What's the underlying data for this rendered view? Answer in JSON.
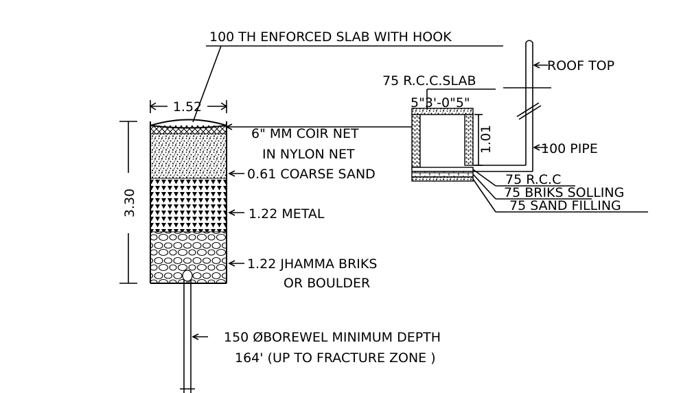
{
  "diagram": {
    "labels": {
      "slab_hook": "100 TH ENFORCED SLAB WITH HOOK",
      "width_dim": "1.52",
      "coir_net_1": "6\" MM COIR NET",
      "coir_net_2": "IN NYLON NET",
      "coarse_sand": "0.61 COARSE SAND",
      "height_dim": "3.30",
      "metal": "1.22 METAL",
      "jhamma_1": "1.22 JHAMMA BRIKS",
      "jhamma_2": "OR BOULDER",
      "borewell_1": "150 ØBOREWEL MINIMUM DEPTH",
      "borewell_2": "164' (UP TO FRACTURE ZONE )",
      "rcc_slab": "75 R.C.C.SLAB",
      "chamber_dims": "5\"3'-0\"5\"",
      "chamber_height": "1.01",
      "roof_top": "ROOF TOP",
      "pipe": "100 PIPE",
      "rcc": "75 R.C.C",
      "briks_solling": "75 BRIKS SOLLING",
      "sand_filling": "75 SAND FILLING"
    }
  }
}
